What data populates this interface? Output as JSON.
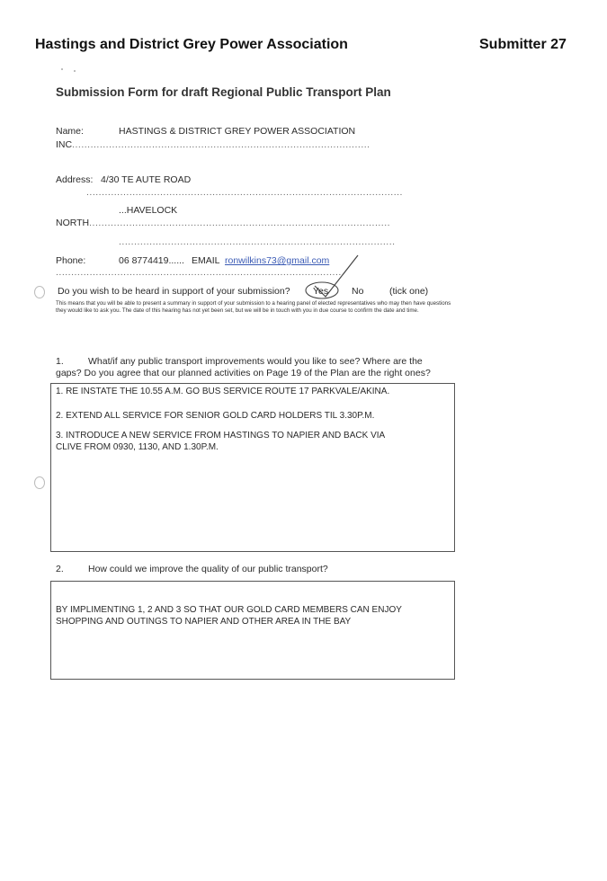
{
  "header": {
    "organization": "Hastings and District Grey Power Association",
    "submitter": "Submitter 27"
  },
  "form": {
    "title": "Submission Form for draft Regional Public Transport Plan",
    "name_label": "Name:",
    "name_value": "HASTINGS & DISTRICT GREY POWER ASSOCIATION",
    "name_value2": "INC",
    "address_label": "Address:",
    "address_line1": "4/30 TE AUTE ROAD",
    "address_line2": "...HAVELOCK",
    "address_line3": "NORTH",
    "phone_label": "Phone:",
    "phone_value": "06 8774419......",
    "email_label": "EMAIL",
    "email_value": "ronwilkins73@gmail.com",
    "heard_question": "Do you wish to be heard in support of your submission?",
    "yes_label": "Yes",
    "no_label": "No",
    "tick_label": "(tick one)",
    "hearing_note": "This means that you will be able to present a summary in support of your submission to a hearing panel of elected representatives who may then have questions they would like to ask you. The date of this hearing has not yet been set, but we will be in touch with you in due course to confirm the date and time.",
    "q1_number": "1.",
    "q1_line1": "What/if any public transport improvements would you like to see? Where are the",
    "q1_line2": "gaps? Do you agree that our planned activities on Page 19 of the Plan are the right ones?",
    "q1_answers": [
      "1. RE INSTATE THE 10.55 A.M. GO BUS SERVICE ROUTE 17 PARKVALE/AKINA.",
      "2. EXTEND ALL SERVICE FOR SENIOR GOLD CARD HOLDERS TIL 3.30P.M.",
      "3. INTRODUCE A NEW SERVICE FROM HASTINGS TO NAPIER AND BACK VIA",
      "CLIVE FROM 0930, 1130, AND 1.30P.M."
    ],
    "q2_number": "2.",
    "q2_text": "How could we improve the quality of our public transport?",
    "q2_answers": [
      "BY IMPLIMENTING 1, 2 AND 3 SO THAT OUR GOLD CARD MEMBERS CAN ENJOY",
      "SHOPPING AND OUTINGS TO NAPIER AND OTHER AREA IN THE BAY"
    ]
  }
}
